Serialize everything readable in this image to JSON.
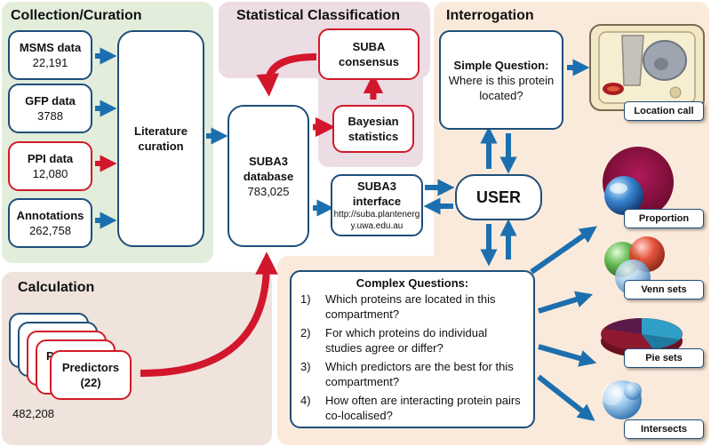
{
  "panels": {
    "collection": "Collection/Curation",
    "statistical": "Statistical Classification",
    "interrogation": "Interrogation",
    "calculation": "Calculation"
  },
  "collection": {
    "msms_title": "MSMS data",
    "msms_count": "22,191",
    "gfp_title": "GFP data",
    "gfp_count": "3788",
    "ppi_title": "PPI data",
    "ppi_count": "12,080",
    "ann_title": "Annotations",
    "ann_count": "262,758",
    "literature": "Literature curation"
  },
  "stats": {
    "consensus": "SUBA consensus",
    "bayesian": "Bayesian statistics"
  },
  "database": {
    "title": "SUBA3 database",
    "count": "783,025"
  },
  "interface": {
    "title": "SUBA3 interface",
    "url": "http://suba.plantenergy.uwa.edu.au"
  },
  "user": "USER",
  "simple": {
    "title": "Simple Question:",
    "text": "Where is this protein located?"
  },
  "outputs": {
    "location": "Location call",
    "proportion": "Proportion",
    "venn": "Venn sets",
    "pie": "Pie sets",
    "intersects": "Intersects"
  },
  "complex": {
    "title": "Complex Questions:",
    "items": [
      {
        "n": "1)",
        "t": "Which proteins are located in this compartment?"
      },
      {
        "n": "2)",
        "t": "For which proteins do individual studies agree or differ?"
      },
      {
        "n": "3)",
        "t": "Which predictors are the best for this compartment?"
      },
      {
        "n": "4)",
        "t": "How often are interacting protein pairs co-localised?"
      }
    ]
  },
  "predictors": {
    "title": "Predictors",
    "count": "(22)",
    "total": "482,208",
    "stub": "P"
  },
  "colors": {
    "blue_border": "#1f4e79",
    "red_border": "#d11a2a",
    "arrow_blue": "#1b6fae",
    "arrow_red": "#d2162c"
  }
}
